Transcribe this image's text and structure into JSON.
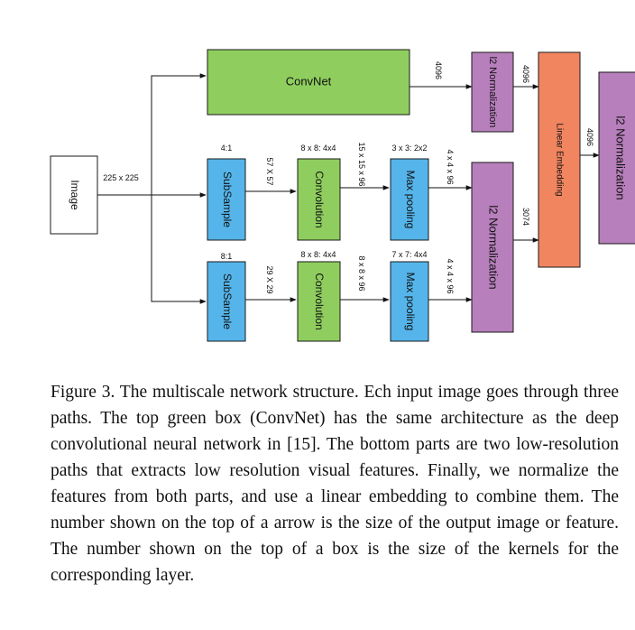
{
  "diagram": {
    "nodes": {
      "image": "Image",
      "convnet": "ConvNet",
      "subsample_top": "SubSample",
      "conv_top": "Convolution",
      "maxpool_top": "Max pooling",
      "subsample_bottom": "SubSample",
      "conv_bottom": "Convolution",
      "maxpool_bottom": "Max pooling",
      "l2norm_convnet": "l2 Normalization",
      "l2norm_multiscale": "l2 Normalization",
      "linear_embedding": "Linear Embedding",
      "l2norm_final": "l2 Normalization"
    },
    "kernel_labels": {
      "subsample_top": "4:1",
      "conv_top": "8 x 8: 4x4",
      "maxpool_top": "3 x 3: 2x2",
      "subsample_bottom": "8:1",
      "conv_bottom": "8 x 8: 4x4",
      "maxpool_bottom": "7 x 7: 4x4"
    },
    "edge_labels": {
      "image_out": "225 x 225",
      "convnet_out": "4096",
      "subsample_top_out": "57 X 57",
      "conv_top_out": "15 x 15 x 96",
      "maxpool_top_out": "4 x 4 x 96",
      "subsample_bottom_out": "29 X 29",
      "conv_bottom_out": "8 x 8 x 96",
      "maxpool_bottom_out": "4 x 4 x 96",
      "l2_convnet_out": "4096",
      "l2_multiscale_out": "3074",
      "embedding_out": "4096"
    },
    "colors": {
      "green": "#8fce5e",
      "blue": "#55b5ea",
      "purple": "#b77fbb",
      "orange": "#f18560"
    }
  },
  "caption": "Figure 3. The multiscale network structure. Ech input image goes through three paths. The top green box (ConvNet) has the same architecture as the deep convolutional neural network in [15]. The bottom parts are two low-resolution paths that extracts low resolution visual features. Finally, we normalize the features from both parts, and use a linear embedding to combine them. The number shown on the top of a arrow is the size of the output image or feature. The number shown on the top of a box is the size of the kernels for the corresponding layer."
}
